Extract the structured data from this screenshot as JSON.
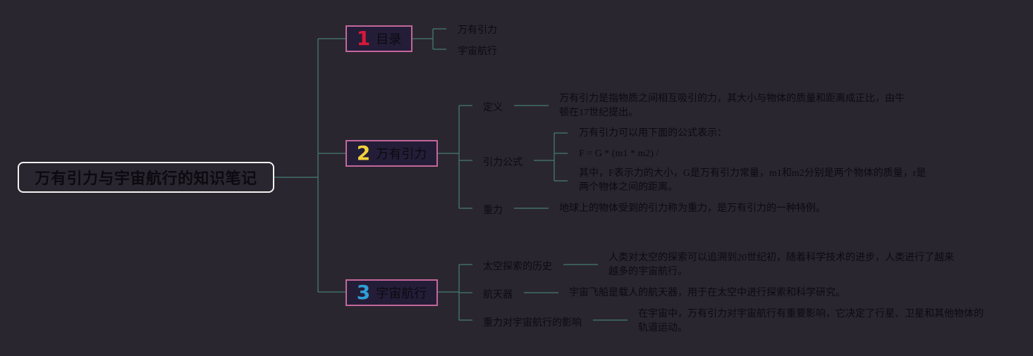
{
  "root": {
    "title": "万有引力与宇宙航行的知识笔记"
  },
  "branches": [
    {
      "number": "1",
      "label": "目录",
      "children": [
        "万有引力",
        "宇宙航行"
      ]
    },
    {
      "number": "2",
      "label": "万有引力",
      "topics": [
        {
          "label": "定义",
          "details": [
            "万有引力是指物质之间相互吸引的力，其大小与物体的质量和距离成正比，由牛顿在17世纪提出。"
          ]
        },
        {
          "label": "引力公式",
          "details": [
            "万有引力可以用下面的公式表示：",
            "F = G * (m1 * m2) /",
            "其中，F表示力的大小，G是万有引力常量，m1和m2分别是两个物体的质量，r是两个物体之间的距离。"
          ]
        },
        {
          "label": "重力",
          "details": [
            "地球上的物体受到的引力称为重力，是万有引力的一种特例。"
          ]
        }
      ]
    },
    {
      "number": "3",
      "label": "宇宙航行",
      "topics": [
        {
          "label": "太空探索的历史",
          "details": [
            "人类对太空的探索可以追溯到20世纪初，随着科学技术的进步，人类进行了越来越多的宇宙航行。"
          ]
        },
        {
          "label": "航天器",
          "details": [
            "宇宙飞船是载人的航天器，用于在太空中进行探索和科学研究。"
          ]
        },
        {
          "label": "重力对宇宙航行的影响",
          "details": [
            "在宇宙中，万有引力对宇宙航行有重要影响，它决定了行星、卫星和其他物体的轨道运动。"
          ]
        }
      ]
    }
  ],
  "colors": {
    "background": "#2a2630",
    "connector": "#3f6f69",
    "branch_border": "#c4679a",
    "branch_fill": "#241d38",
    "number_1": "#d8183a",
    "number_2": "#f2d23b",
    "number_3": "#2e9ed8"
  }
}
